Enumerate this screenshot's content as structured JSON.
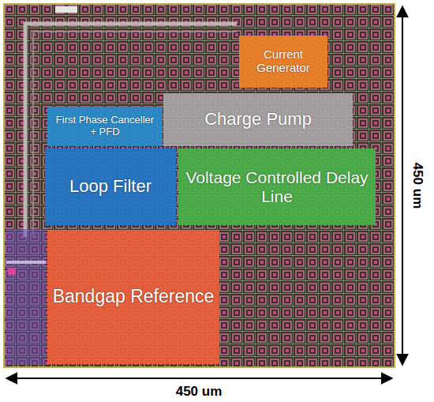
{
  "diagram": {
    "nodes": [
      {
        "text": [
          "Current Generator"
        ]
      },
      {
        "text": [
          "First Phase Canceller + PFD"
        ]
      },
      {
        "text": [
          "Charge Pump"
        ]
      },
      {
        "text": [
          "Loop Filter"
        ]
      },
      {
        "text": [
          "Voltage Controlled Delay Line"
        ]
      },
      {
        "text": [
          "Bandgap Reference"
        ]
      }
    ],
    "labels": [
      "450 um",
      "450 um"
    ]
  }
}
